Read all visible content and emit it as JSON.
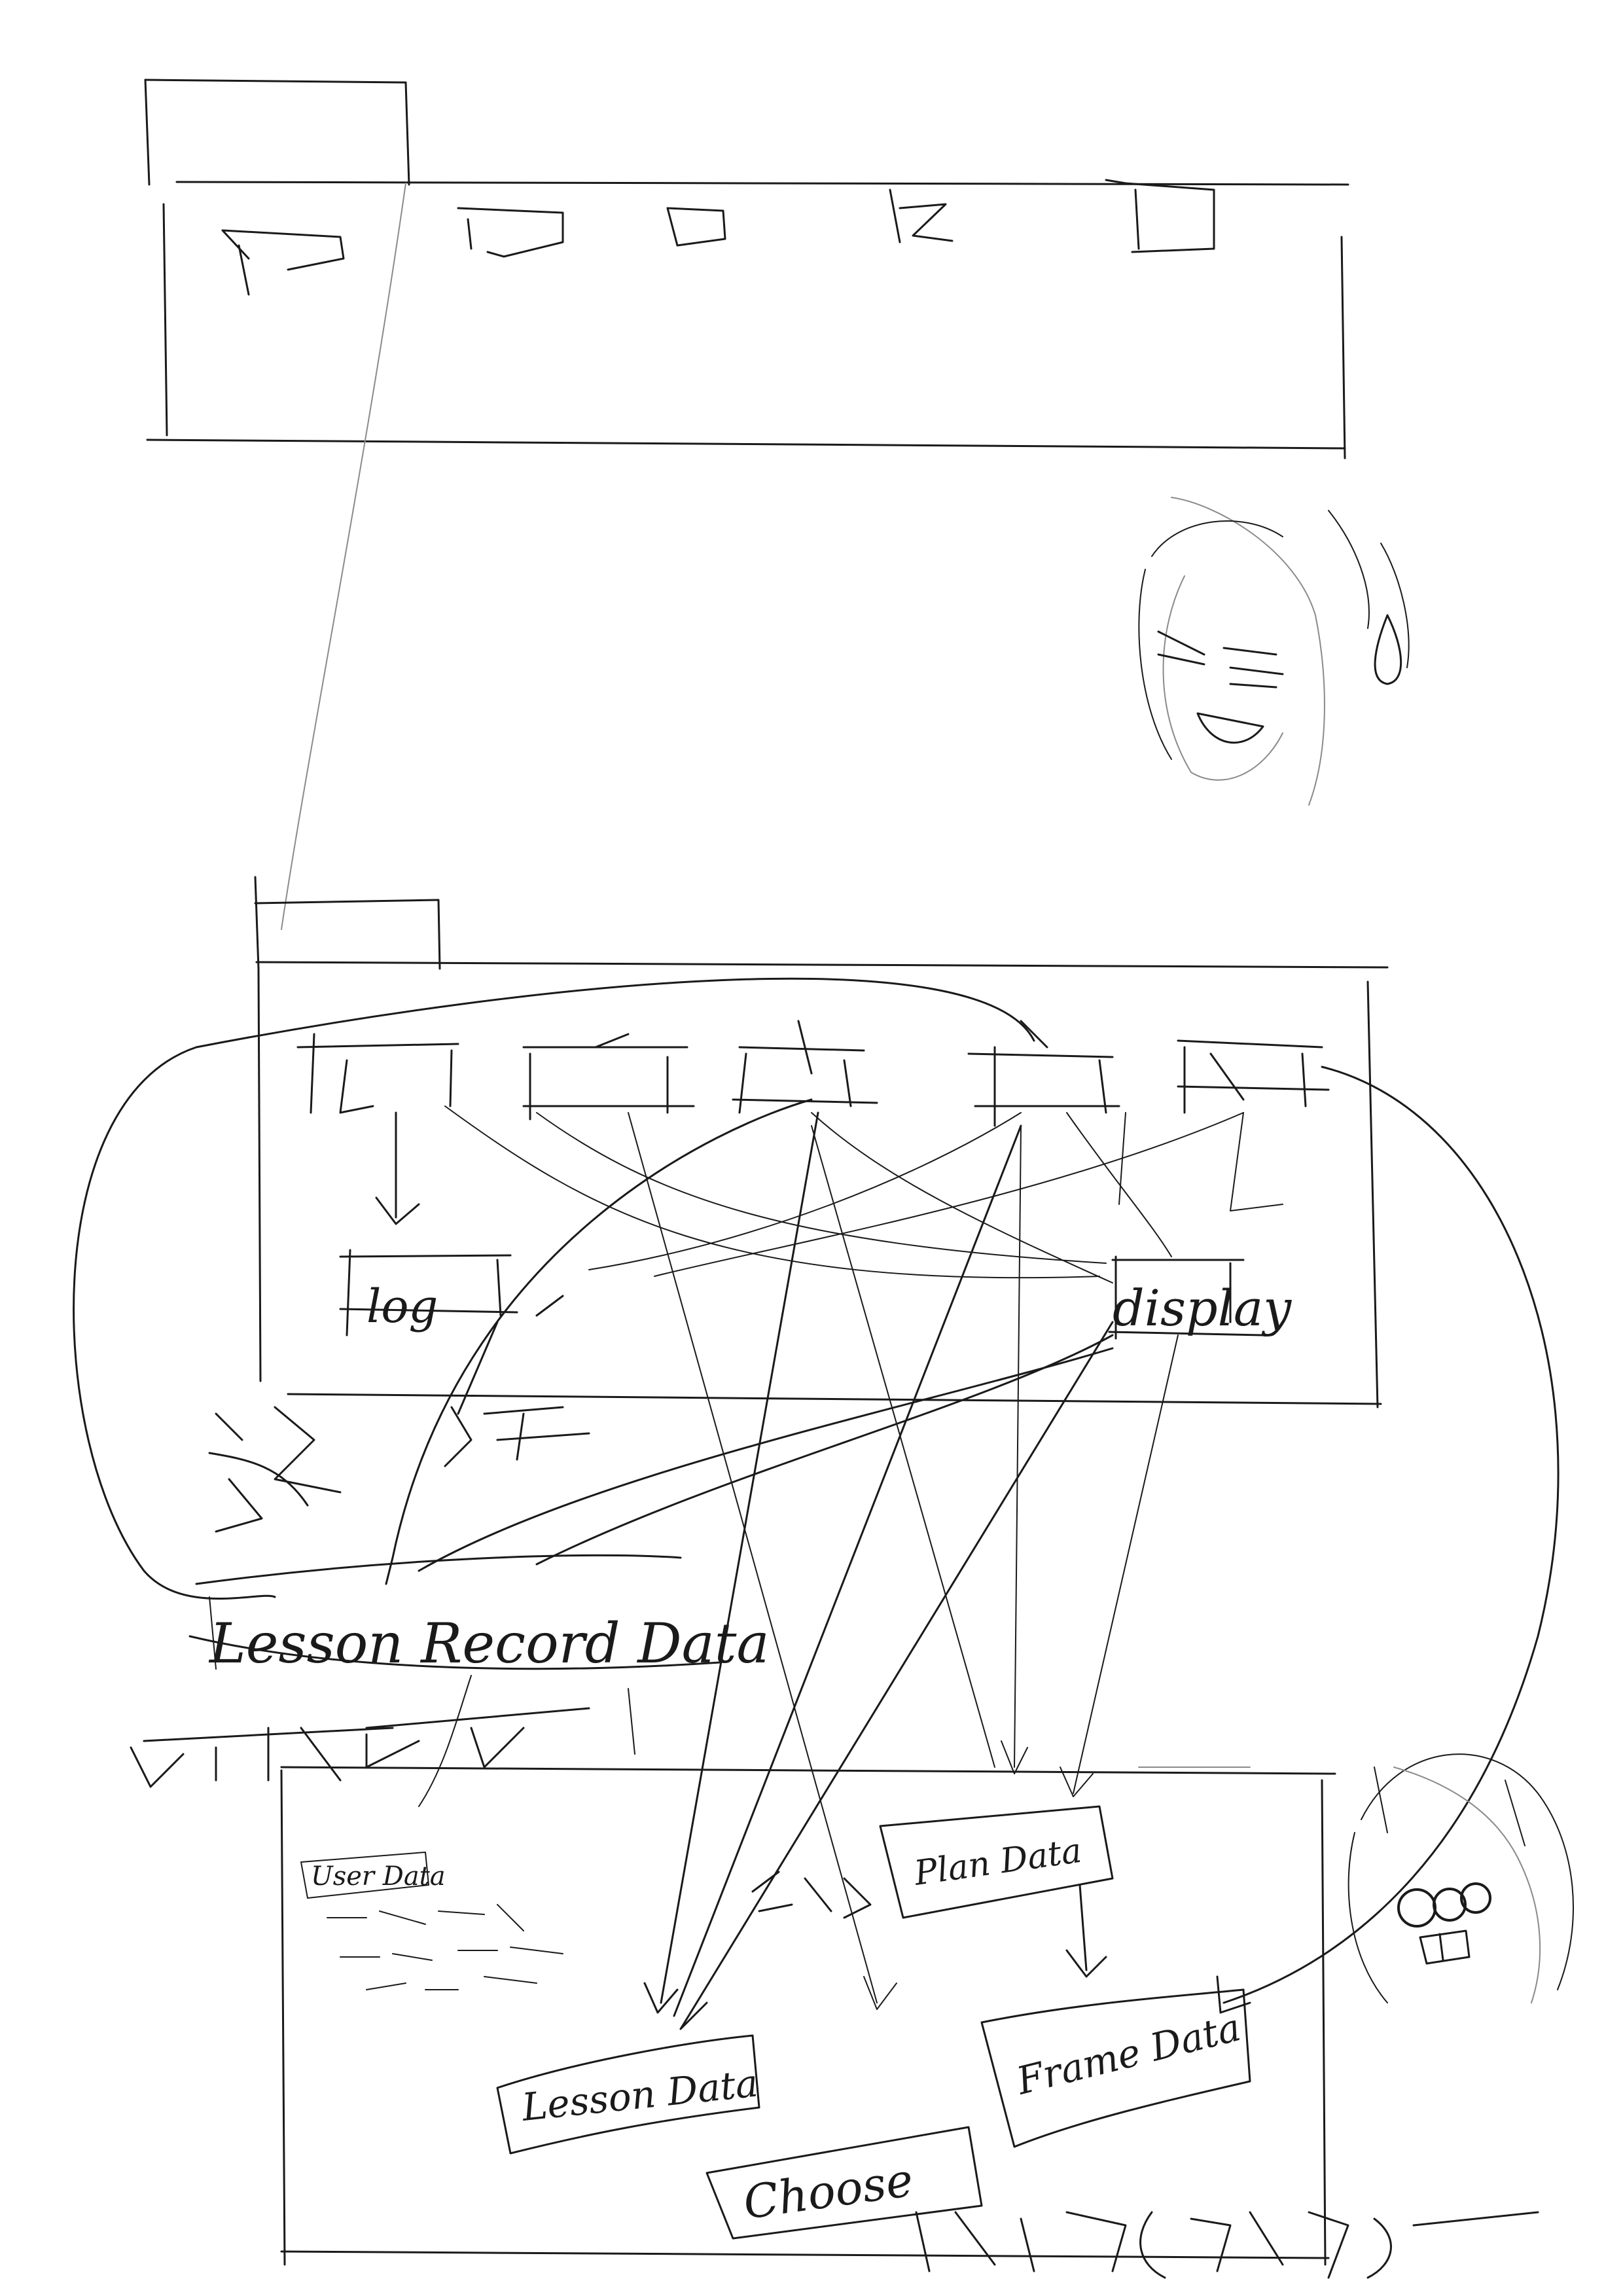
{
  "top_mockup": {
    "slots": [
      "",
      "",
      "",
      "",
      ""
    ]
  },
  "flow_diagram": {
    "top_boxes": [
      "",
      "",
      "",
      "",
      ""
    ],
    "box_log": "log",
    "box_display": "display"
  },
  "data_modules": {
    "lesson_record": "Lesson Record Data",
    "user_data": "User Data",
    "plan_data": "Plan Data",
    "lesson_data": "Lesson Data",
    "choose": "Choose",
    "frame_data": "Frame Data"
  },
  "annotations": {
    "note_left_upper": "",
    "note_mid": "",
    "note_lower_left": "",
    "note_user_data": "",
    "note_center": "",
    "note_bottom": ""
  }
}
